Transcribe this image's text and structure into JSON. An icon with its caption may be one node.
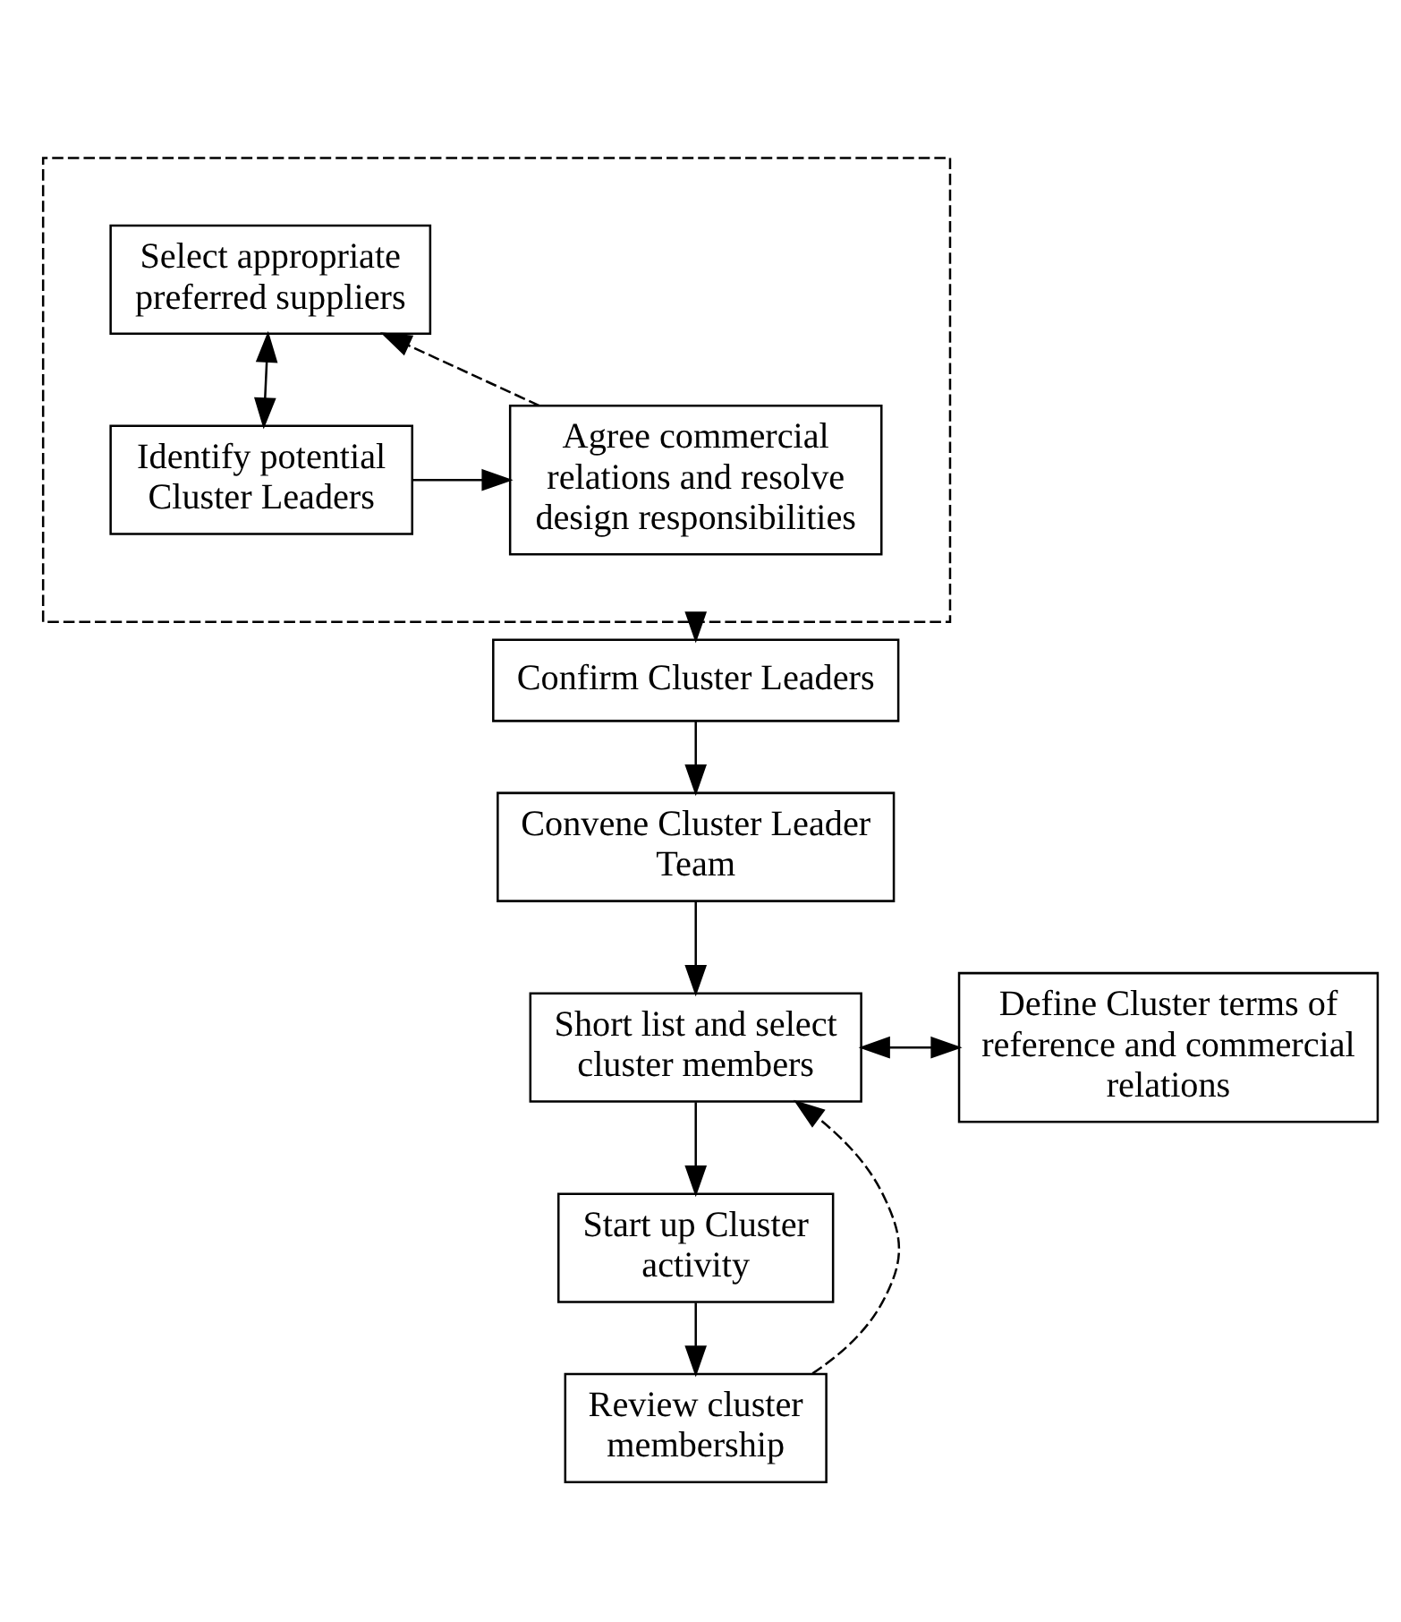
{
  "diagram": {
    "nodes": [
      {
        "text": [],
        "shape": "box"
      },
      {
        "text": [
          "Select appropriate preferred suppliers"
        ],
        "in": 0
      },
      {
        "text": [
          "Identify potential Cluster Leaders"
        ],
        "in": 0
      },
      {
        "text": [
          "Agree commercial relations and resolve design responsibilities"
        ],
        "in": 0
      },
      {
        "text": [
          "Confirm Cluster Leaders"
        ]
      },
      {
        "text": [
          "Convene Cluster Leader Team"
        ]
      },
      {
        "text": [
          "Short list and select cluster members"
        ]
      },
      {
        "text": [
          "Define Cluster terms of reference and commercial relations"
        ]
      },
      {
        "text": [
          "Start up Cluster activity"
        ]
      },
      {
        "text": [
          "Review cluster membership"
        ]
      }
    ],
    "edges": [
      {
        "from": 1,
        "to": 2,
        "arrow": "both"
      },
      {
        "from": 2,
        "to": 3,
        "arrow": "to"
      },
      {
        "from": 3,
        "to": 1,
        "arrow": "to",
        "style": "dashed"
      },
      {
        "from": 0,
        "to": 4,
        "arrow": "to"
      },
      {
        "from": 4,
        "to": 5,
        "arrow": "to"
      },
      {
        "from": 5,
        "to": 6,
        "arrow": "to"
      },
      {
        "from": 6,
        "to": 7,
        "arrow": "both"
      },
      {
        "from": 6,
        "to": 8,
        "arrow": "to"
      },
      {
        "from": 8,
        "to": 9,
        "arrow": "to"
      },
      {
        "from": 9,
        "to": 6,
        "arrow": "to",
        "style": "dashed"
      }
    ]
  }
}
